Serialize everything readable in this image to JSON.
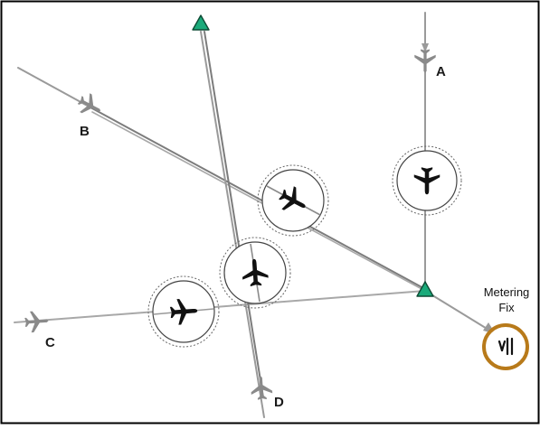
{
  "diagram": {
    "labels": {
      "a": "A",
      "b": "B",
      "c": "C",
      "d": "D",
      "fix_line1": "Metering",
      "fix_line2": "Fix"
    },
    "colors": {
      "border": "#000000",
      "route": "#9a9a9a",
      "route_dark": "#7c7c7c",
      "waypoint": "#1aaa7a",
      "aircraft": "#111111",
      "ghost_aircraft": "#8a8a8a",
      "fix_ring": "#b87a1a"
    },
    "icons": {
      "waypoint": "triangle-waypoint-icon",
      "aircraft": "airplane-icon",
      "metering_fix": "metering-fix-icon"
    }
  }
}
